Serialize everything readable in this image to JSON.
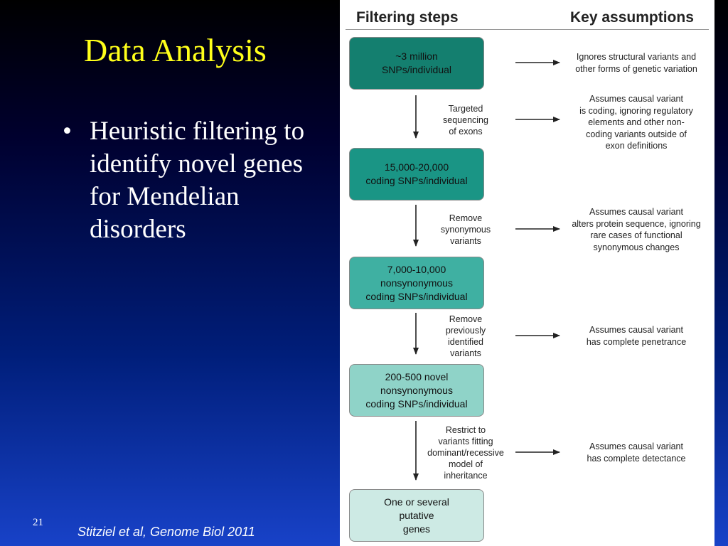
{
  "slide": {
    "title": "Data Analysis",
    "bullet_marker": "•",
    "bullet_text": "Heuristic filtering to identify novel genes for Mendelian disorders",
    "page_number": "21",
    "citation": "Stitziel et al, Genome Biol 2011"
  },
  "figure": {
    "header_left": "Filtering steps",
    "header_right": "Key assumptions",
    "boxes": [
      {
        "text": "~3 million\nSNPs/individual",
        "color": "#147f6f"
      },
      {
        "text": "15,000-20,000\ncoding SNPs/individual",
        "color": "#1a9585"
      },
      {
        "text": "7,000-10,000\nnonsynonymous\ncoding SNPs/individual",
        "color": "#3fb0a2"
      },
      {
        "text": "200-500 novel\nnonsynonymous\ncoding SNPs/individual",
        "color": "#8fd3c8"
      },
      {
        "text": "One or several\nputative\ngenes",
        "color": "#cdeae4"
      }
    ],
    "step_labels": [
      "Targeted\nsequencing\nof exons",
      "Remove\nsynonymous\nvariants",
      "Remove\npreviously\nidentified\nvariants",
      "Restrict to\nvariants fitting\ndominant/recessive\nmodel of\ninheritance"
    ],
    "assumptions": [
      "Ignores structural variants and\nother forms of genetic variation",
      "Assumes causal variant\nis coding, ignoring regulatory\nelements and other non-\ncoding variants outside of\nexon definitions",
      "Assumes causal variant\nalters protein sequence, ignoring\nrare cases of functional\nsynonymous changes",
      "Assumes causal variant\nhas complete penetrance",
      "Assumes causal variant\nhas complete detectance"
    ]
  }
}
